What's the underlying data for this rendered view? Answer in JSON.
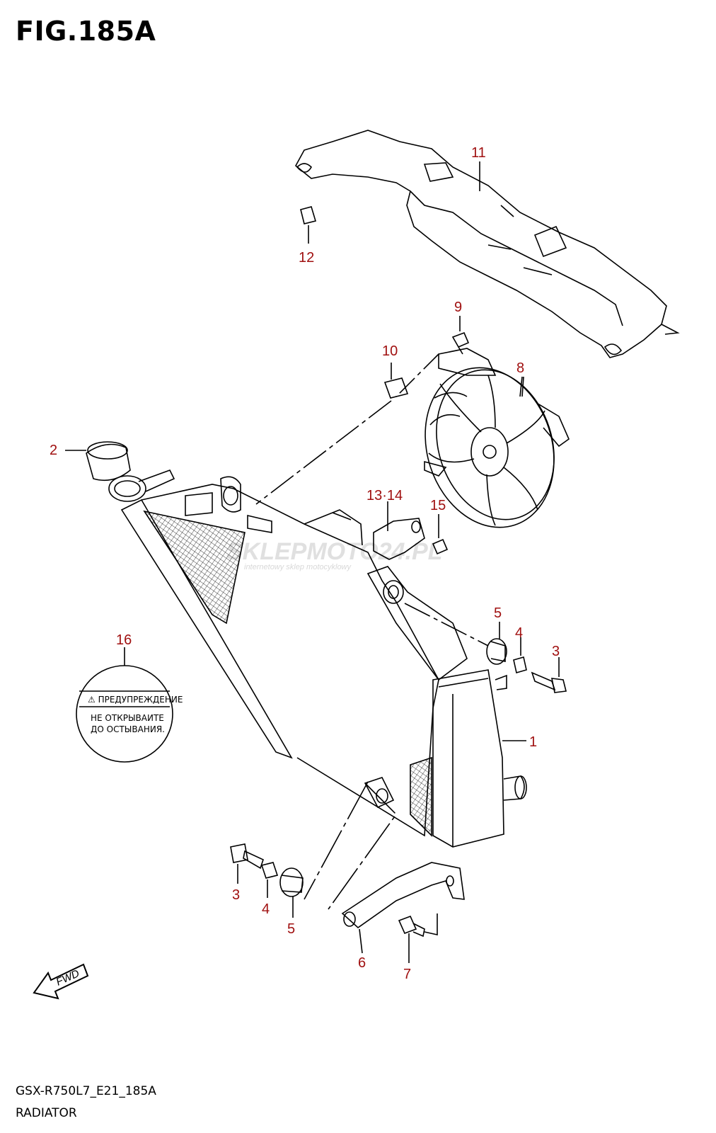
{
  "figure": {
    "title": "FIG.185A"
  },
  "footer": {
    "code": "GSX-R750L7_E21_185A",
    "name": "RADIATOR"
  },
  "watermark": {
    "brand": "SKLEPMOTO24.PL",
    "tagline": "internetowy sklep motocyklowy"
  },
  "warning_label": {
    "line1": "⚠ ПРЕДУПРЕЖДЕНИЕ",
    "line2": "НЕ ОТКРЫВАИТЕ",
    "line3": "ДО ОСТЫВАНИЯ."
  },
  "fwd_arrow": {
    "text": "FWD"
  },
  "callouts": {
    "c1": "1",
    "c2": "2",
    "c3a": "3",
    "c3b": "3",
    "c4a": "4",
    "c4b": "4",
    "c5a": "5",
    "c5b": "5",
    "c6": "6",
    "c7": "7",
    "c8": "8",
    "c9": "9",
    "c10": "10",
    "c11": "11",
    "c12": "12",
    "c1314": "13·14",
    "c15": "15",
    "c16": "16"
  },
  "colors": {
    "callout": "#a01010",
    "line": "#000000"
  }
}
